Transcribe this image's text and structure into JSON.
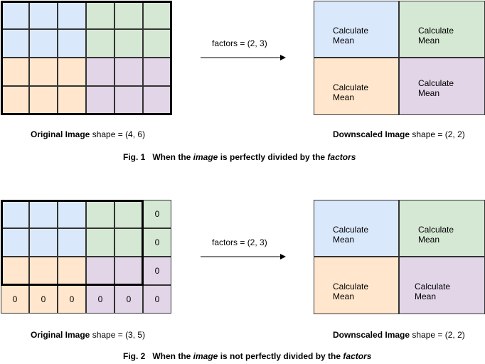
{
  "figure1": {
    "input_grid": {
      "rows": [
        [
          {
            "c": "blue",
            "t": ""
          },
          {
            "c": "blue",
            "t": ""
          },
          {
            "c": "blue",
            "t": ""
          },
          {
            "c": "green",
            "t": ""
          },
          {
            "c": "green",
            "t": ""
          },
          {
            "c": "green",
            "t": ""
          }
        ],
        [
          {
            "c": "blue",
            "t": ""
          },
          {
            "c": "blue",
            "t": ""
          },
          {
            "c": "blue",
            "t": ""
          },
          {
            "c": "green",
            "t": ""
          },
          {
            "c": "green",
            "t": ""
          },
          {
            "c": "green",
            "t": ""
          }
        ],
        [
          {
            "c": "orange",
            "t": ""
          },
          {
            "c": "orange",
            "t": ""
          },
          {
            "c": "orange",
            "t": ""
          },
          {
            "c": "purple",
            "t": ""
          },
          {
            "c": "purple",
            "t": ""
          },
          {
            "c": "purple",
            "t": ""
          }
        ],
        [
          {
            "c": "orange",
            "t": ""
          },
          {
            "c": "orange",
            "t": ""
          },
          {
            "c": "orange",
            "t": ""
          },
          {
            "c": "purple",
            "t": ""
          },
          {
            "c": "purple",
            "t": ""
          },
          {
            "c": "purple",
            "t": ""
          }
        ]
      ]
    },
    "factors_label": "factors = (2, 3)",
    "output_cells": [
      {
        "c": "blue",
        "line1": "Calculate",
        "line2": "Mean"
      },
      {
        "c": "green",
        "line1": "Calculate",
        "line2": "Mean"
      },
      {
        "c": "orange",
        "line1": "Calculate",
        "line2": "Mean"
      },
      {
        "c": "purple",
        "line1": "Calculate",
        "line2": "Mean"
      }
    ],
    "input_caption": {
      "bold": "Original Image",
      "rest": " shape = (4, 6)"
    },
    "output_caption": {
      "bold": "Downscaled Image",
      "rest": " shape = (2, 2)"
    },
    "title": {
      "prefix": "Fig. 1   When the ",
      "italic1": "image",
      "middle": " is perfectly divided by the ",
      "italic2": "factors"
    }
  },
  "figure2": {
    "input_grid": {
      "rows": [
        [
          {
            "c": "blue",
            "t": ""
          },
          {
            "c": "blue",
            "t": ""
          },
          {
            "c": "blue",
            "t": ""
          },
          {
            "c": "green",
            "t": ""
          },
          {
            "c": "green",
            "t": ""
          },
          {
            "c": "green",
            "t": "0"
          }
        ],
        [
          {
            "c": "blue",
            "t": ""
          },
          {
            "c": "blue",
            "t": ""
          },
          {
            "c": "blue",
            "t": ""
          },
          {
            "c": "green",
            "t": ""
          },
          {
            "c": "green",
            "t": ""
          },
          {
            "c": "green",
            "t": "0"
          }
        ],
        [
          {
            "c": "orange",
            "t": ""
          },
          {
            "c": "orange",
            "t": ""
          },
          {
            "c": "orange",
            "t": ""
          },
          {
            "c": "purple",
            "t": ""
          },
          {
            "c": "purple",
            "t": ""
          },
          {
            "c": "purple",
            "t": "0"
          }
        ],
        [
          {
            "c": "orange",
            "t": "0"
          },
          {
            "c": "orange",
            "t": "0"
          },
          {
            "c": "orange",
            "t": "0"
          },
          {
            "c": "purple",
            "t": "0"
          },
          {
            "c": "purple",
            "t": "0"
          },
          {
            "c": "purple",
            "t": "0"
          }
        ]
      ]
    },
    "factors_label": "factors = (2, 3)",
    "output_cells": [
      {
        "c": "blue",
        "line1": "Calculate",
        "line2": "Mean"
      },
      {
        "c": "green",
        "line1": "Calculate",
        "line2": "Mean"
      },
      {
        "c": "orange",
        "line1": "Calculate",
        "line2": "Mean"
      },
      {
        "c": "purple",
        "line1": "Calculate",
        "line2": "Mean"
      }
    ],
    "input_caption": {
      "bold": "Original Image",
      "rest": " shape = (3, 5)"
    },
    "output_caption": {
      "bold": "Downscaled Image",
      "rest": " shape = (2, 2)"
    },
    "title": {
      "prefix": "Fig. 2   When the ",
      "italic1": "image",
      "middle": " is not perfectly divided by the ",
      "italic2": "factors"
    }
  },
  "colors": {
    "blue": "#dae8fc",
    "green": "#d5e8d4",
    "orange": "#ffe6cc",
    "purple": "#e1d5e7",
    "border": "#333333",
    "outline": "#000000"
  },
  "icons": {
    "arrow": "right-arrow-icon"
  }
}
